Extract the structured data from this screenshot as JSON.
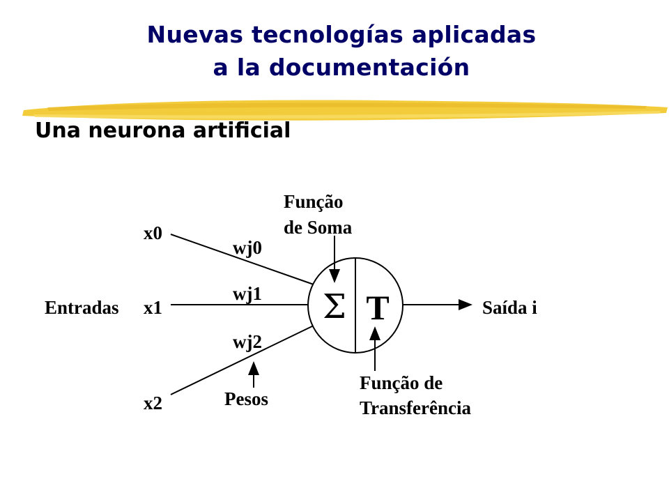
{
  "title": {
    "line1": "Nuevas tecnologías aplicadas",
    "line2": "a la documentación"
  },
  "subtitle": "Una neurona artificial",
  "colors": {
    "title": "#000066",
    "brush": "#F2CC3A",
    "ink": "#000000"
  },
  "diagram": {
    "summation_label": "Função",
    "summation_label_2": "de Soma",
    "transfer_label": "Função de",
    "transfer_label_2": "Transferência",
    "inputs_label": "Entradas",
    "weights_label": "Pesos",
    "output_label": "Saída i",
    "sigma_symbol": "Σ",
    "transfer_symbol": "T",
    "inputs": [
      {
        "name": "x0",
        "weight": "wj0"
      },
      {
        "name": "x1",
        "weight": "wj1"
      },
      {
        "name": "x2",
        "weight": "wj2"
      }
    ]
  }
}
